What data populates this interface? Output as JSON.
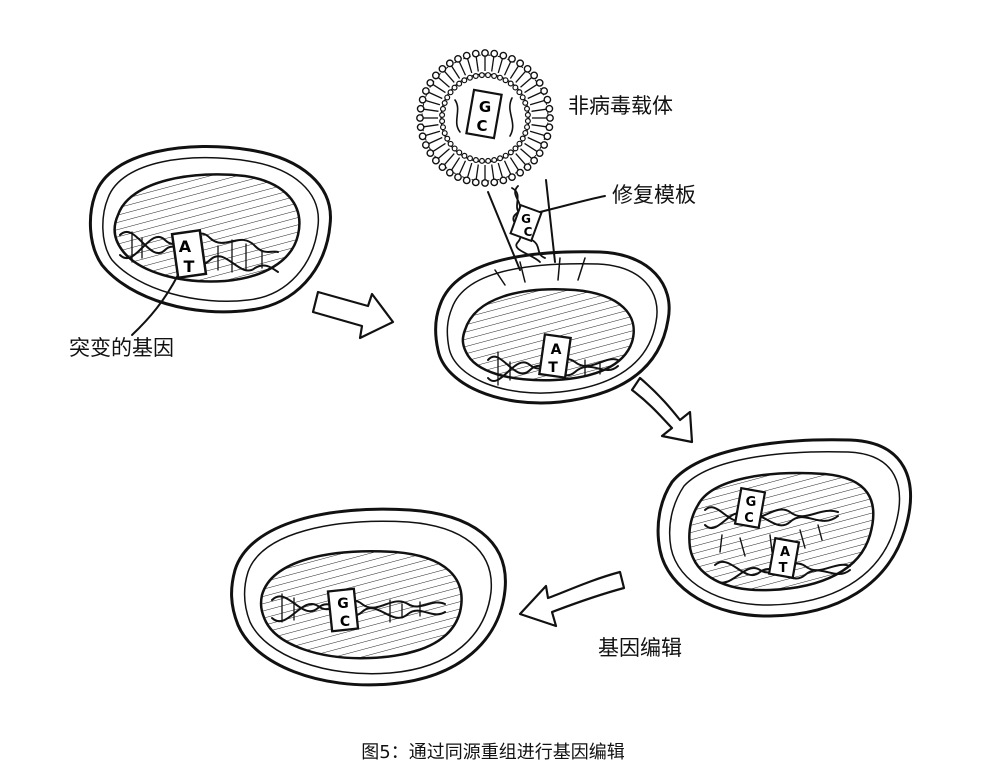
{
  "labels": {
    "vector": "非病毒载体",
    "template": "修复模板",
    "mutant_gene": "突变的基因",
    "gene_editing": "基因编辑"
  },
  "caption": "图5：通过同源重组进行基因编辑",
  "base_pairs": {
    "mutant": [
      "A",
      "T"
    ],
    "repair": [
      "G",
      "C"
    ]
  },
  "colors": {
    "ink": "#111111",
    "paper": "#ffffff"
  }
}
